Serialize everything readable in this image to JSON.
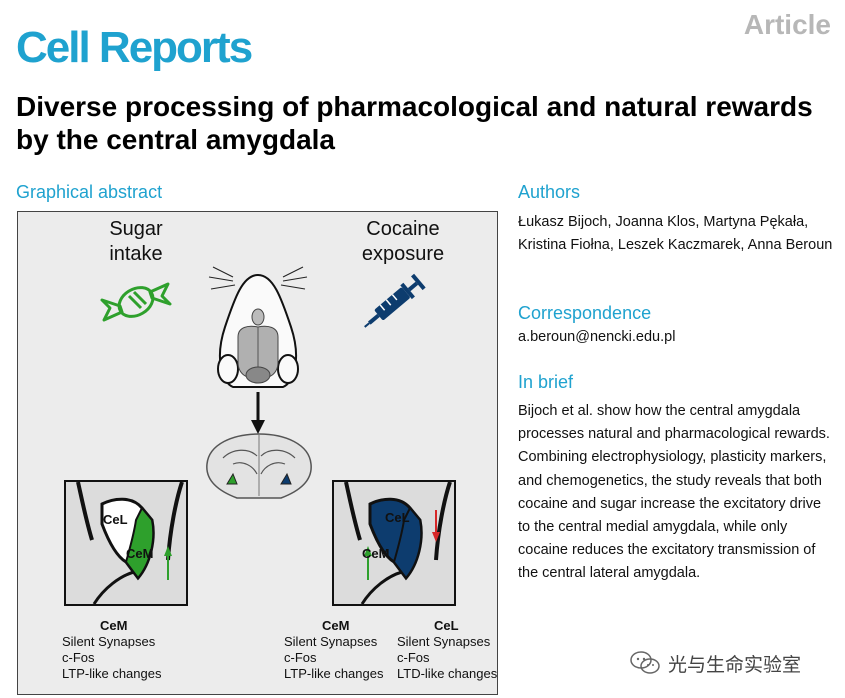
{
  "header": {
    "journal": "Cell Reports",
    "article_type": "Article"
  },
  "title": "Diverse processing of pharmacological and natural rewards by the central amygdala",
  "graphical_abstract": {
    "heading": "Graphical abstract",
    "left_condition": [
      "Sugar",
      "intake"
    ],
    "right_condition": [
      "Cocaine",
      "exposure"
    ],
    "left_slice_labels": {
      "cel": "CeL",
      "cem": "CeM"
    },
    "right_slice_labels": {
      "cel": "CeL",
      "cem": "CeM"
    },
    "left_columns": [
      {
        "header": "CeM",
        "items": [
          "Silent Synapses",
          "c-Fos",
          "LTP-like changes"
        ]
      }
    ],
    "right_columns": [
      {
        "header": "CeM",
        "items": [
          "Silent Synapses",
          "c-Fos",
          "LTP-like changes"
        ]
      },
      {
        "header": "CeL",
        "items": [
          "Silent Synapses",
          "c-Fos",
          "LTD-like changes"
        ]
      }
    ],
    "colors": {
      "sugar": "#2ea02c",
      "cocaine": "#0d3c6e",
      "increase": "#2ea02c",
      "decrease": "#d62728"
    }
  },
  "authors": {
    "heading": "Authors",
    "names": "Łukasz Bijoch, Joanna Klos, Martyna Pękała, Kristina Fiołna, Leszek Kaczmarek, Anna Beroun"
  },
  "correspondence": {
    "heading": "Correspondence",
    "email": "a.beroun@nencki.edu.pl"
  },
  "in_brief": {
    "heading": "In brief",
    "text": "Bijoch et al. show how the central amygdala processes natural and pharmacological rewards. Combining electrophysiology, plasticity markers, and chemogenetics, the study reveals that both cocaine and sugar increase the excitatory drive to the central medial amygdala, while only cocaine reduces the excitatory transmission of the central lateral amygdala."
  },
  "watermark": {
    "text": "光与生命实验室",
    "icon": "wechat-icon"
  },
  "brand_color": "#1fa2cf"
}
